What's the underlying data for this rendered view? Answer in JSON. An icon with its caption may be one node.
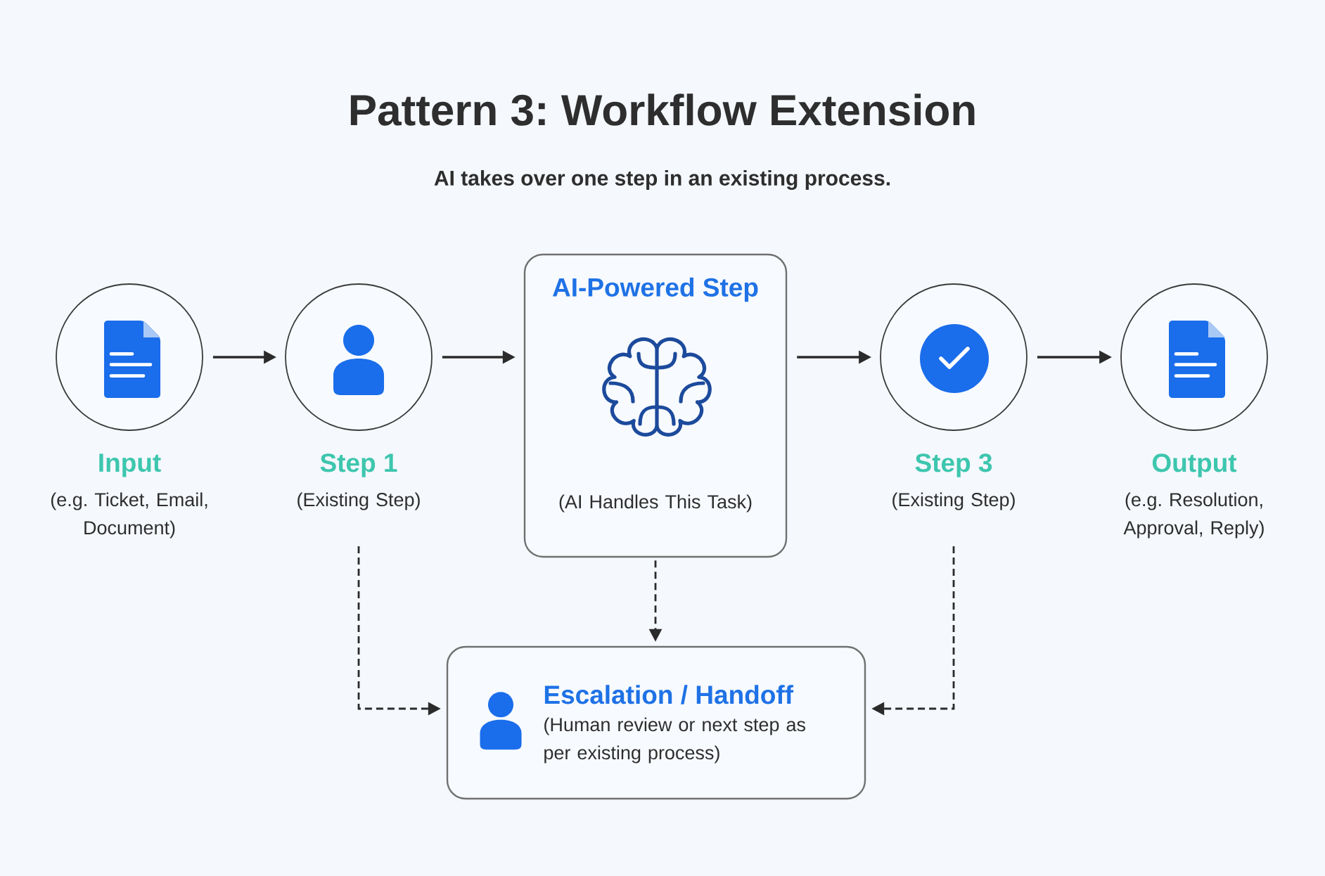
{
  "diagram": {
    "title": "Pattern 3: Workflow Extension",
    "nodes": [
      {
        "text": [
          "Input",
          "(e.g. Ticket, Email, Document)"
        ]
      },
      {
        "text": [
          "Step 1",
          "(Existing Step)"
        ]
      },
      {
        "text": [
          "AI-Powered Step",
          "(AI Handles This Task)"
        ]
      },
      {
        "text": [
          "Step 3",
          "(Existing Step)"
        ]
      },
      {
        "text": [
          "Output",
          "(e.g. Resolution, Approval, Reply)"
        ]
      },
      {
        "text": [
          "Escalation / Handoff",
          "(Human review or next step as per existing process)"
        ]
      }
    ],
    "edges": [
      {
        "from": 0,
        "to": 1,
        "arrow": "to"
      },
      {
        "from": 1,
        "to": 2,
        "arrow": "to"
      },
      {
        "from": 2,
        "to": 3,
        "arrow": "to"
      },
      {
        "from": 3,
        "to": 4,
        "arrow": "to"
      },
      {
        "from": 1,
        "to": 5,
        "arrow": "to",
        "style": "dashed"
      },
      {
        "from": 2,
        "to": 5,
        "arrow": "to",
        "style": "dashed"
      },
      {
        "from": 3,
        "to": 5,
        "arrow": "to",
        "style": "dashed"
      }
    ],
    "labels": [
      "AI takes over one step in an existing process."
    ]
  }
}
